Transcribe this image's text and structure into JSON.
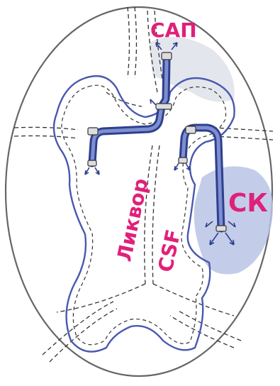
{
  "labels": {
    "sap": "САП",
    "sk": "СК",
    "likvor": "Ликвор",
    "csf": "CSF"
  },
  "colors": {
    "label_magenta": "#e0207a",
    "ventricle_blue": "#4a58b0",
    "tube_blue": "#3f4fa6",
    "lesion_fill": "#b9c4e6",
    "sap_shade": "#d9dbe6",
    "outline_gray": "#555555"
  }
}
